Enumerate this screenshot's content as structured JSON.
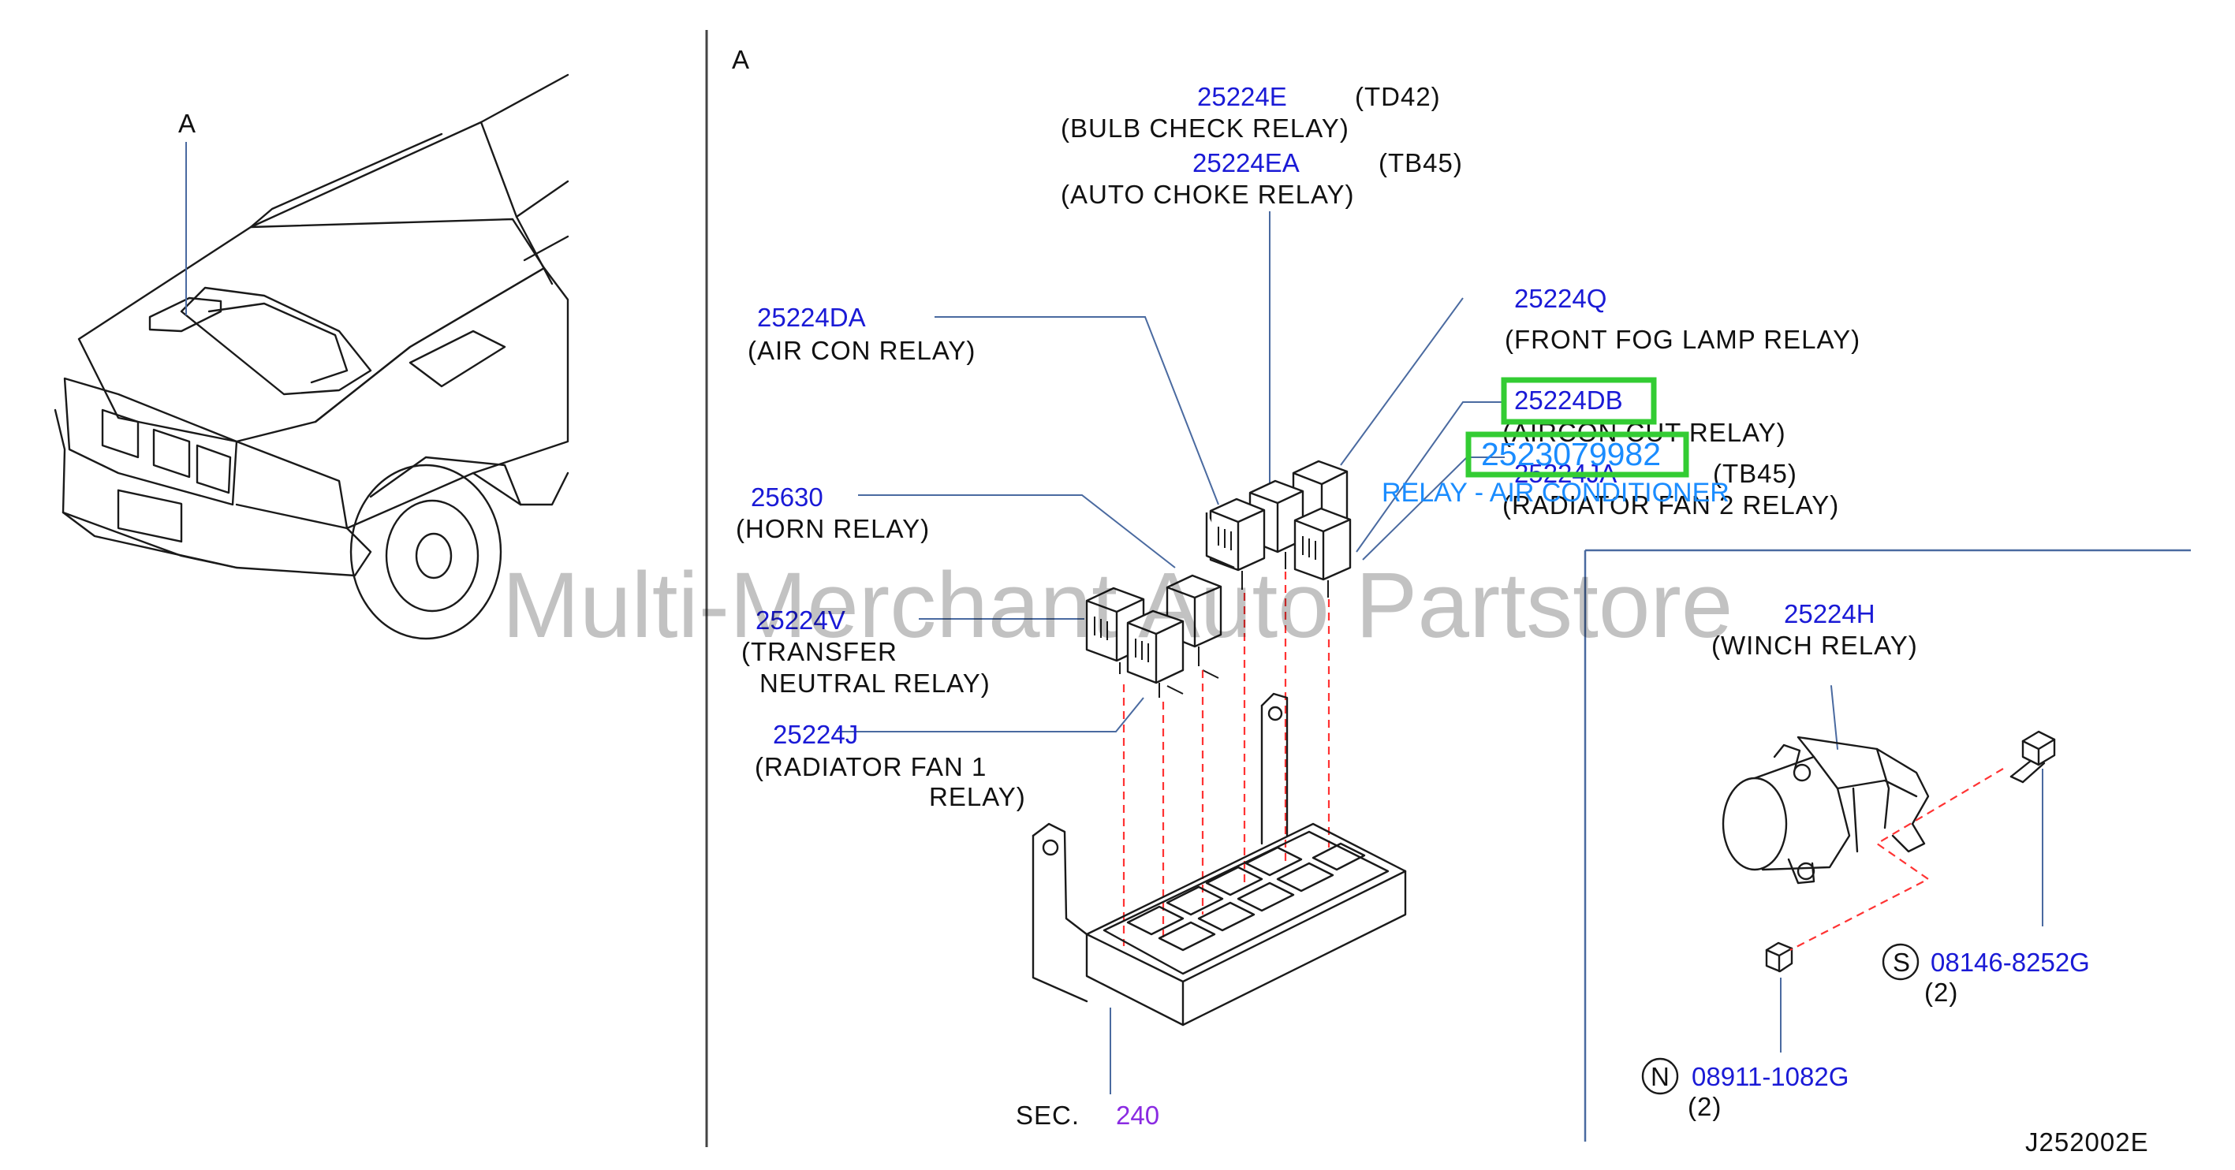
{
  "colors": {
    "part_number": "#1a1ad6",
    "section_ref": "#8a2be2",
    "overlay": "#1a8cff",
    "highlight": "#33cc33",
    "leader": "#4a6aa0",
    "dashed_guide": "#ff3333"
  },
  "left_panel": {
    "view_label": "A"
  },
  "main_panel": {
    "view_label": "A",
    "callouts": {
      "bulb_check": {
        "part_no": "25224E",
        "spec": "(TD42)",
        "name": "(BULB  CHECK  RELAY)"
      },
      "auto_choke": {
        "part_no": "25224EA",
        "spec": "(TB45)",
        "name": "(AUTO  CHOKE  RELAY)"
      },
      "air_con": {
        "part_no": "25224DA",
        "name": "(AIR  CON  RELAY)"
      },
      "front_fog": {
        "part_no": "25224Q",
        "name": "(FRONT  FOG  LAMP  RELAY)"
      },
      "aircon_cut": {
        "part_no": "25224DB",
        "name": "(AIRCON  CUT  RELAY)"
      },
      "radiator_fan_2": {
        "part_no": "25224JA",
        "spec": "(TB45)",
        "name": "(RADIATOR  FAN  2  RELAY)"
      },
      "horn": {
        "part_no": "25630",
        "name": "(HORN  RELAY)"
      },
      "transfer_neutral": {
        "part_no": "25224V",
        "name_line1": "(TRANSFER",
        "name_line2": "NEUTRAL  RELAY)"
      },
      "radiator_fan_1": {
        "part_no": "25224J",
        "name_line1": "(RADIATOR  FAN  1",
        "name_line2": "RELAY)"
      },
      "section": {
        "label": "SEC.",
        "number": "240"
      }
    },
    "overlay": {
      "part_number": "2523079982",
      "description": "RELAY - AIR CONDITIONER"
    }
  },
  "winch_panel": {
    "winch_relay": {
      "part_no": "25224H",
      "name": "(WINCH  RELAY)"
    },
    "bolt": {
      "symbol": "S",
      "part_no": "08146-8252G",
      "qty": "(2)"
    },
    "nut": {
      "symbol": "N",
      "part_no": "08911-1082G",
      "qty": "(2)"
    }
  },
  "diagram_code": "J252002E",
  "watermark": "Multi-Merchant Auto Partstore"
}
